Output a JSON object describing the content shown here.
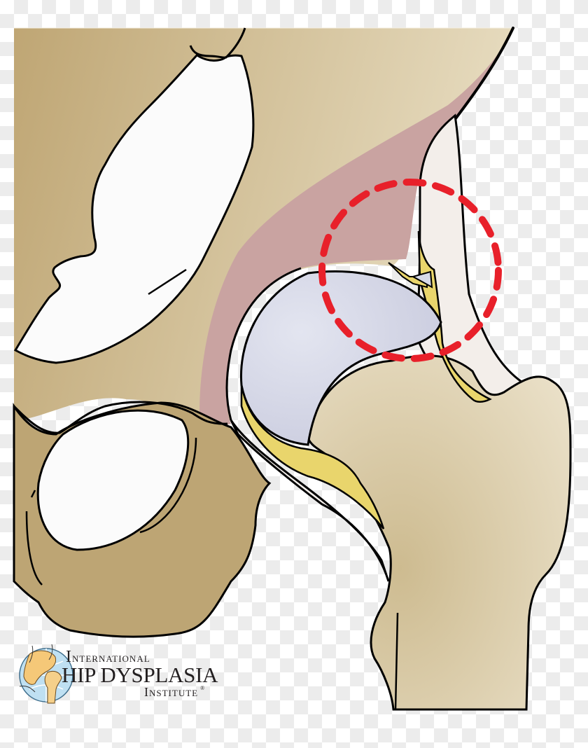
{
  "figure": {
    "subject": "Hip joint anatomy illustration",
    "highlight": "red dashed circle around superior acetabular labrum",
    "colors": {
      "bone_dark": "#bda574",
      "bone_light": "#e6dbbf",
      "cartilage_pink": "#c9a3a1",
      "femoral_head": "#d6d9e8",
      "synovial_fluid": "#e9d56c",
      "capsule": "#f3eeea",
      "outline": "#000000",
      "highlight_dash": "#e8202a"
    }
  },
  "logo": {
    "line1_first": "I",
    "line1_rest": "nternational",
    "line2": "HIP DYSPLASIA",
    "line3": "Institute",
    "registered": "®",
    "icon": "globe-hip-icon"
  }
}
